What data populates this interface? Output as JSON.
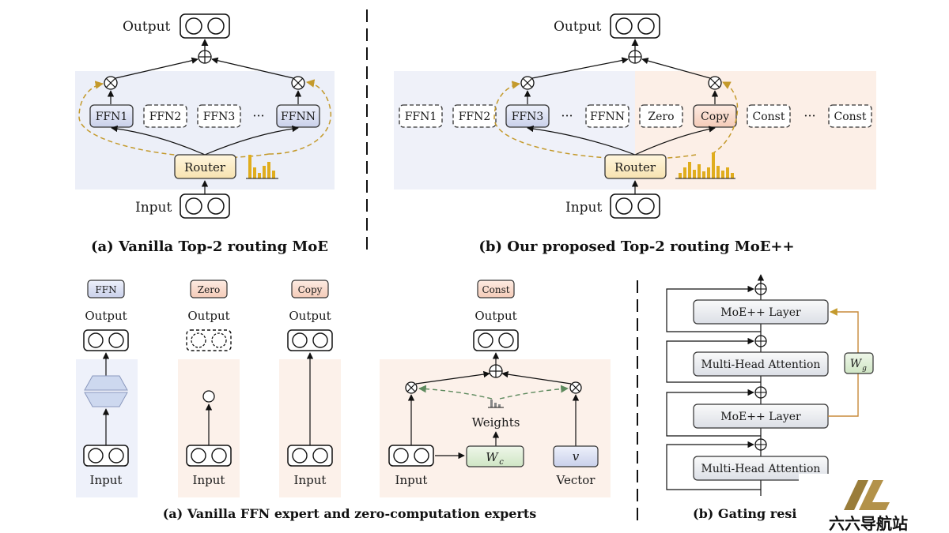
{
  "top": {
    "left": {
      "output": "Output",
      "input": "Input",
      "router": "Router",
      "experts": [
        "FFN1",
        "FFN2",
        "FFN3",
        "FFNN"
      ],
      "dots": "···",
      "caption": "(a) Vanilla Top-2 routing MoE"
    },
    "right": {
      "output": "Output",
      "input": "Input",
      "router": "Router",
      "experts_left": [
        "FFN1",
        "FFN2",
        "FFN3",
        "FFNN"
      ],
      "zero": "Zero",
      "copy": "Copy",
      "const1": "Const",
      "const2": "Const",
      "dots": "···",
      "caption": "(b) Our proposed Top-2 routing MoE++"
    }
  },
  "bottom": {
    "experts": {
      "ffn": {
        "tag": "FFN",
        "output": "Output",
        "input": "Input"
      },
      "zero": {
        "tag": "Zero",
        "output": "Output",
        "input": "Input"
      },
      "copy": {
        "tag": "Copy",
        "output": "Output",
        "input": "Input"
      },
      "const": {
        "tag": "Const",
        "output": "Output",
        "input": "Input",
        "weights": "Weights",
        "wc": "W",
        "wc_sub": "c",
        "v": "v",
        "vector": "Vector"
      },
      "caption": "(a) Vanilla FFN expert and zero-computation experts"
    },
    "gating": {
      "layers": [
        "MoE++ Layer",
        "Multi-Head Attention",
        "MoE++ Layer",
        "Multi-Head Attention"
      ],
      "wg": "W",
      "wg_sub": "g",
      "caption": "(b) Gating resi"
    }
  },
  "watermark": {
    "text": "六六导航站"
  }
}
